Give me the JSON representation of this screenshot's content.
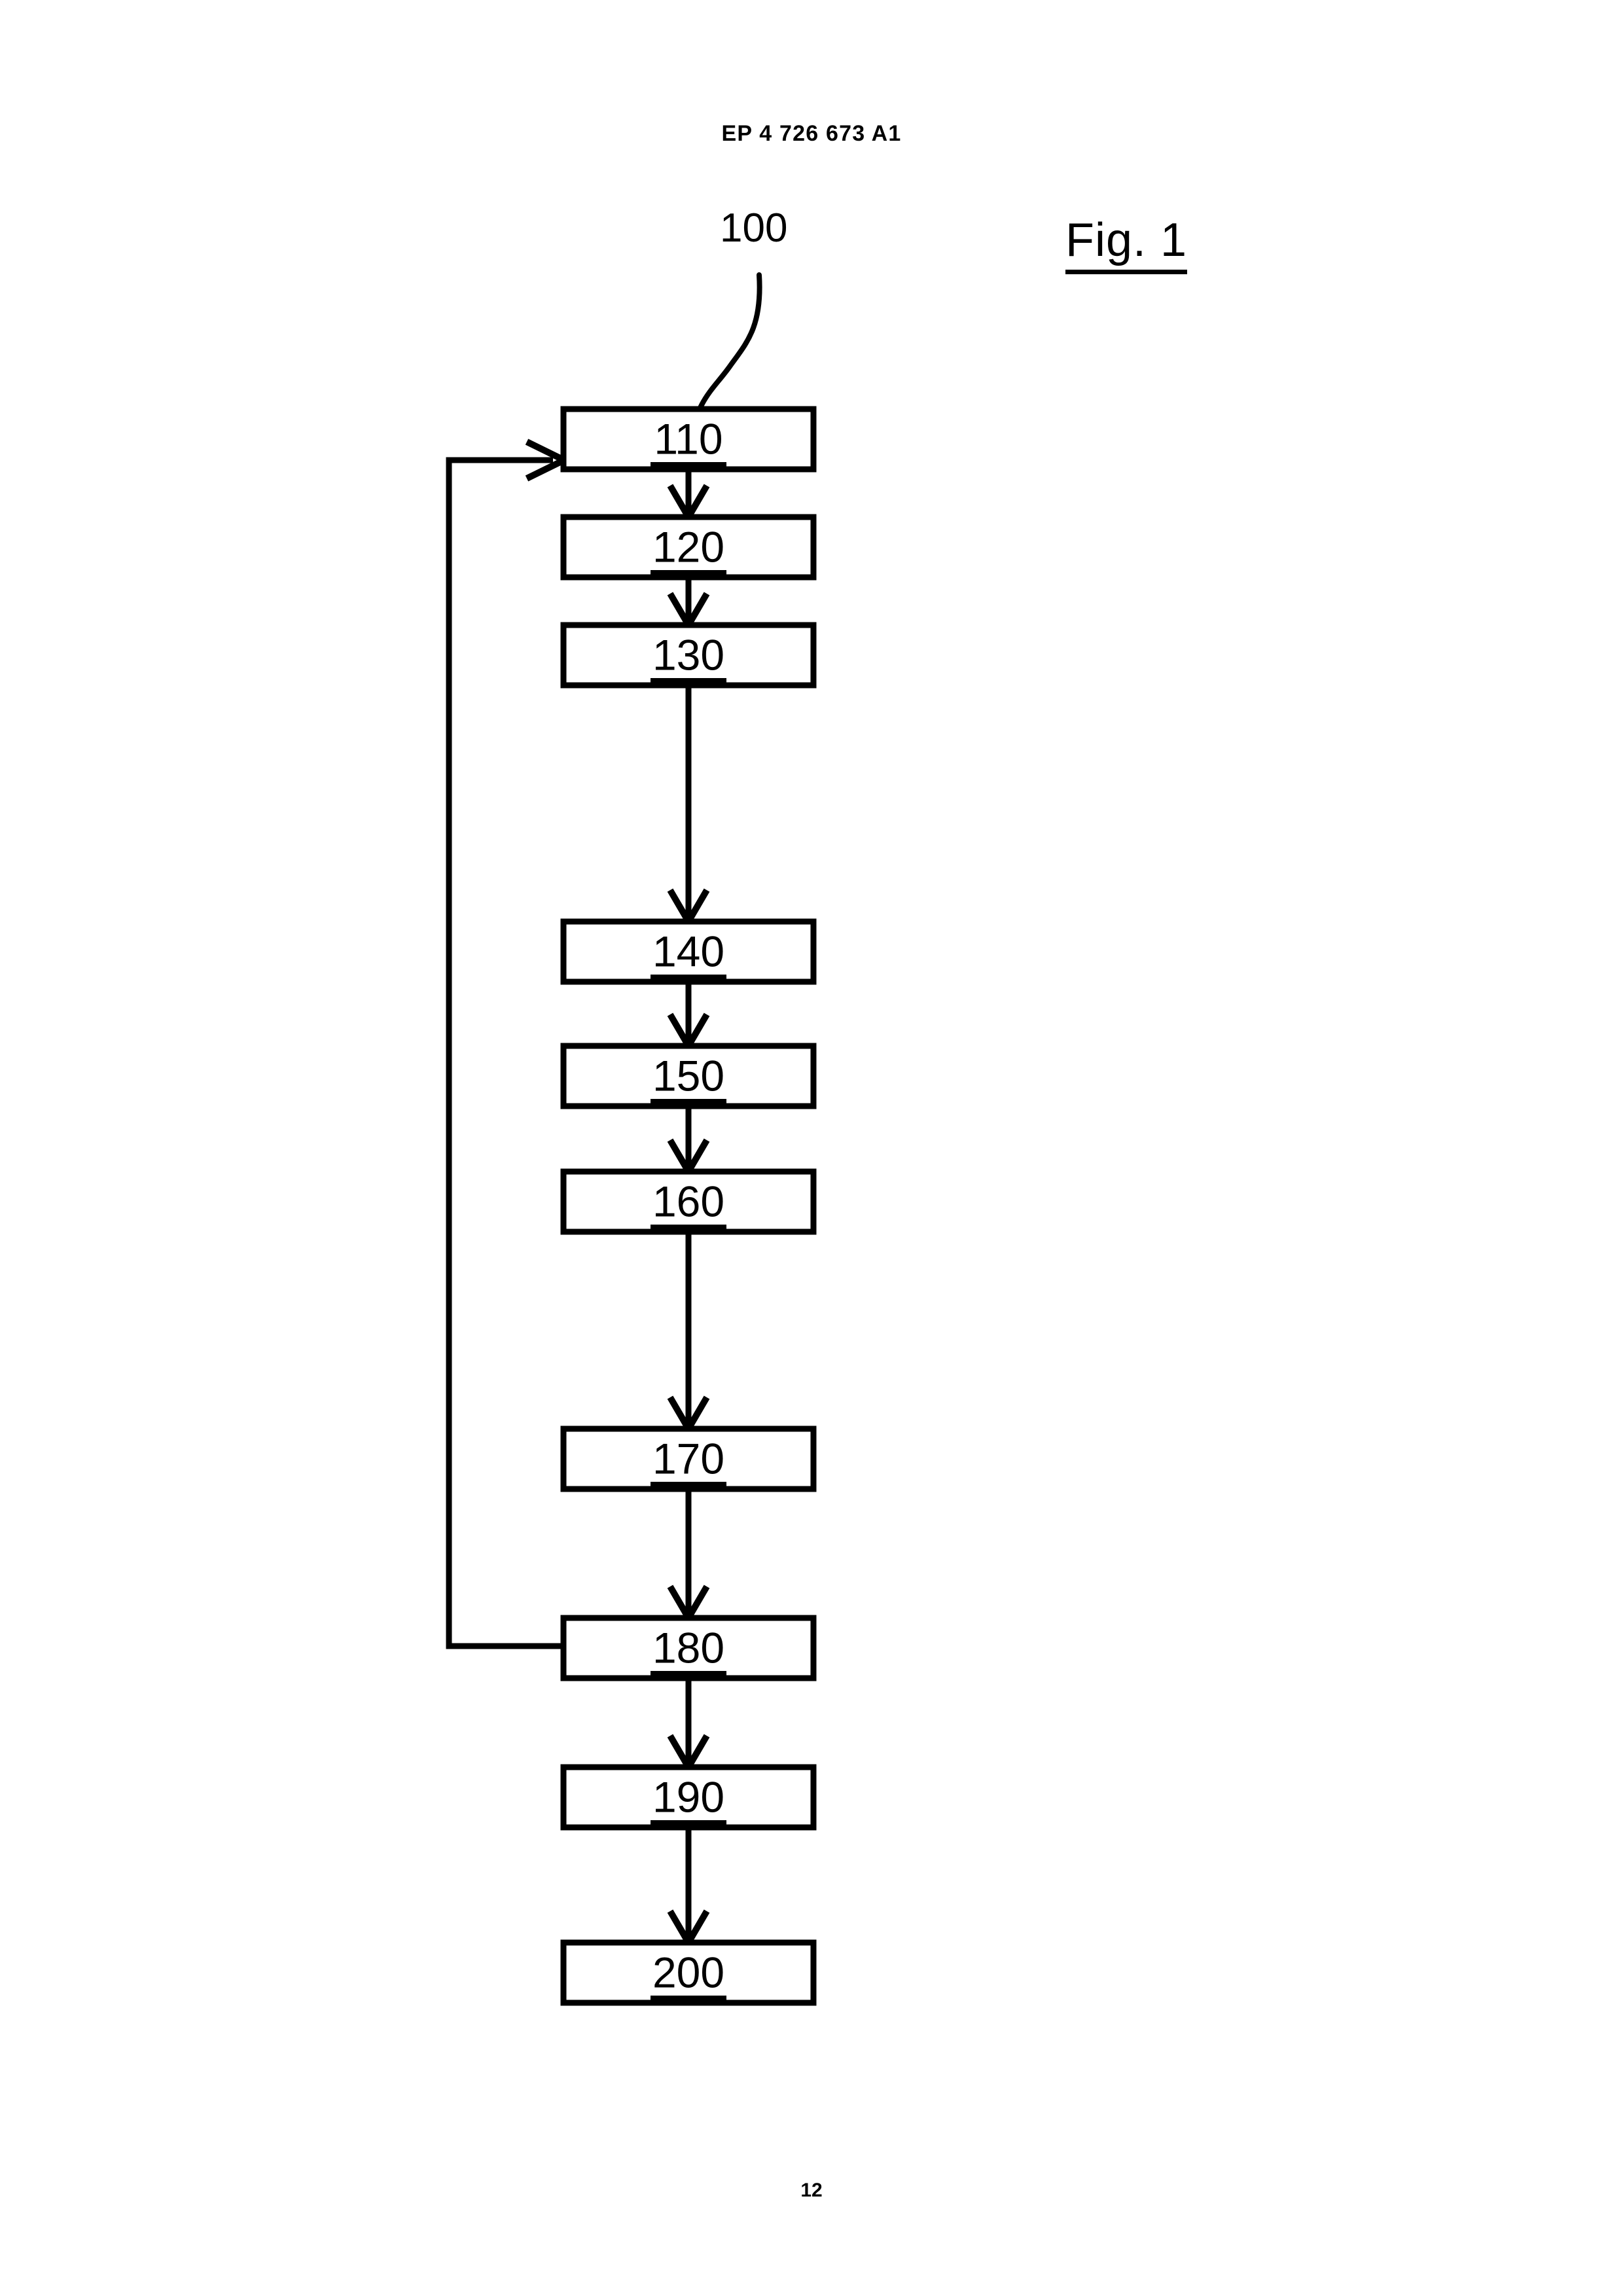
{
  "header": {
    "publication_number": "EP 4 726 673 A1"
  },
  "figure": {
    "label": "Fig. 1",
    "reference_numeral": "100"
  },
  "page": {
    "number": "12"
  },
  "flowchart": {
    "orientation": "vertical",
    "boxes": [
      {
        "id": "110",
        "label": "110"
      },
      {
        "id": "120",
        "label": "120"
      },
      {
        "id": "130",
        "label": "130"
      },
      {
        "id": "140",
        "label": "140"
      },
      {
        "id": "150",
        "label": "150"
      },
      {
        "id": "160",
        "label": "160"
      },
      {
        "id": "170",
        "label": "170"
      },
      {
        "id": "180",
        "label": "180"
      },
      {
        "id": "190",
        "label": "190"
      },
      {
        "id": "200",
        "label": "200"
      }
    ],
    "connections": [
      {
        "from": "110",
        "to": "120",
        "type": "arrow-down"
      },
      {
        "from": "120",
        "to": "130",
        "type": "arrow-down"
      },
      {
        "from": "130",
        "to": "140",
        "type": "arrow-down"
      },
      {
        "from": "140",
        "to": "150",
        "type": "arrow-down"
      },
      {
        "from": "150",
        "to": "160",
        "type": "arrow-down"
      },
      {
        "from": "160",
        "to": "170",
        "type": "arrow-down"
      },
      {
        "from": "170",
        "to": "180",
        "type": "arrow-down"
      },
      {
        "from": "180",
        "to": "190",
        "type": "arrow-down"
      },
      {
        "from": "190",
        "to": "200",
        "type": "arrow-down"
      },
      {
        "from": "180",
        "to": "110",
        "type": "feedback-loop-left"
      }
    ]
  },
  "colors": {
    "ink": "#000000",
    "paper": "#ffffff"
  }
}
